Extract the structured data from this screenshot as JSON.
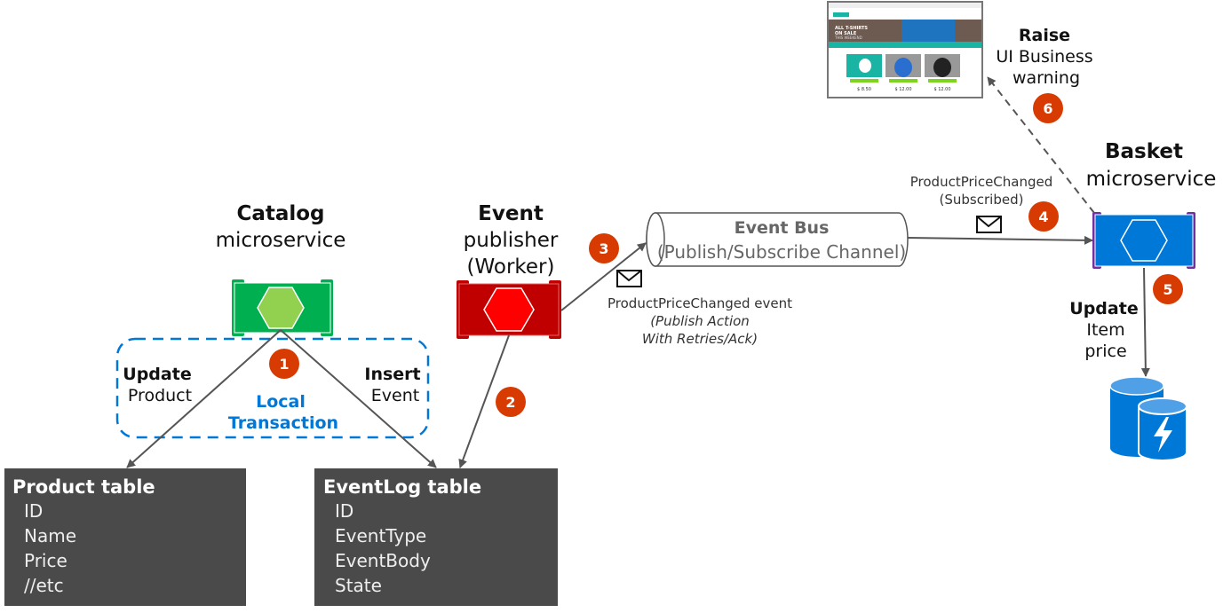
{
  "catalog": {
    "title": "Catalog",
    "subtitle": "microservice",
    "color": "#00b050"
  },
  "transaction": {
    "left_bold": "Update",
    "left": "Product",
    "center_1": "Local",
    "center_2": "Transaction",
    "right_bold": "Insert",
    "right": "Event",
    "color": "#0078d7"
  },
  "publisher": {
    "title": "Event",
    "line2": "publisher",
    "line3": "(Worker)",
    "color": "#c00000"
  },
  "product_table": {
    "title": "Product table",
    "fields": [
      "ID",
      "Name",
      "Price",
      "//etc"
    ]
  },
  "eventlog_table": {
    "title": "EventLog table",
    "fields": [
      "ID",
      "EventType",
      "EventBody",
      "State"
    ]
  },
  "event_bus": {
    "title": "Event Bus",
    "subtitle": "(Publish/Subscribe Channel)"
  },
  "publish_event": {
    "label": "ProductPriceChanged event",
    "note_1": "(Publish Action",
    "note_2": "With Retries/Ack)",
    "icon": "envelope-icon"
  },
  "subscribe_event": {
    "label": "ProductPriceChanged",
    "note": "(Subscribed)",
    "icon": "envelope-icon"
  },
  "basket": {
    "title": "Basket",
    "subtitle": "microservice",
    "color": "#0078d7"
  },
  "update_price": {
    "bold": "Update",
    "line2": "Item",
    "line3": "price"
  },
  "raise": {
    "bold": "Raise",
    "line2": "UI Business",
    "line3": "warning"
  },
  "thumbnail": {
    "banner_1": "ALL T-SHIRTS",
    "banner_2": "ON SALE",
    "banner_3": "THIS WEEKEND",
    "prices": [
      "$ 8.50",
      "$ 12.00",
      "$ 12.00"
    ]
  },
  "steps": [
    "1",
    "2",
    "3",
    "4",
    "5",
    "6"
  ],
  "step_color": "#d83b01"
}
